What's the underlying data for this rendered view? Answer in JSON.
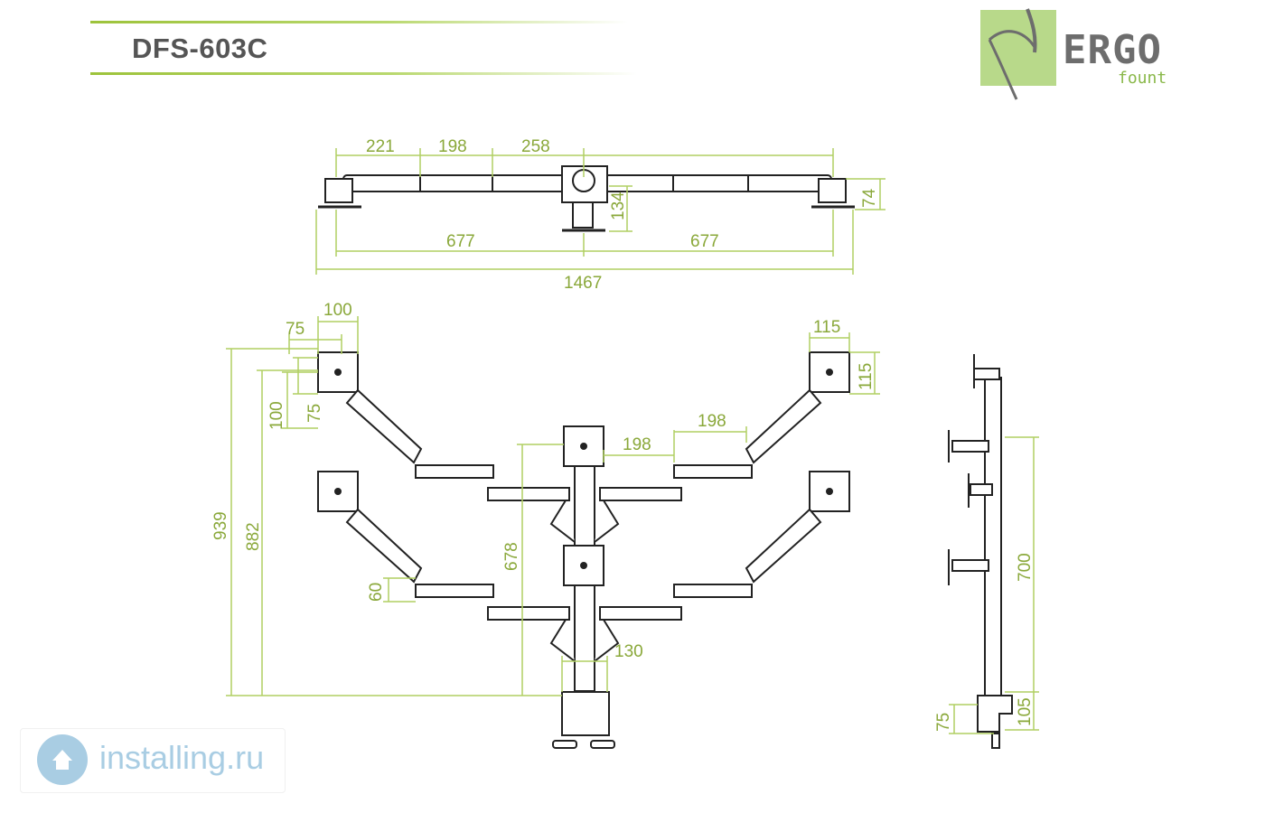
{
  "header": {
    "model": "DFS-603C"
  },
  "logo": {
    "word": "ERGO",
    "sub": "fount",
    "accent_color": "#b8d98a",
    "icon": "ergo-swoosh-icon"
  },
  "watermark": {
    "text": "installing.ru",
    "color": "#a9cde3",
    "icon": "installing-logo-icon"
  },
  "colors": {
    "dimension": "#8aa83a",
    "line": "#222222",
    "title_rule": "#9dc33b"
  },
  "dimensions": {
    "top_view": {
      "d221": "221",
      "d198": "198",
      "d258": "258",
      "d134": "134",
      "d74": "74",
      "d677_left": "677",
      "d677_right": "677",
      "d1467": "1467"
    },
    "front_view": {
      "d100_top": "100",
      "d75_top": "75",
      "d100_side": "100",
      "d75_side": "75",
      "d115_top": "115",
      "d115_side": "115",
      "d198_upper": "198",
      "d198_center": "198",
      "d939": "939",
      "d882": "882",
      "d678": "678",
      "d60": "60",
      "d130": "130"
    },
    "side_view": {
      "d700": "700",
      "d105": "105",
      "d75": "75"
    }
  }
}
